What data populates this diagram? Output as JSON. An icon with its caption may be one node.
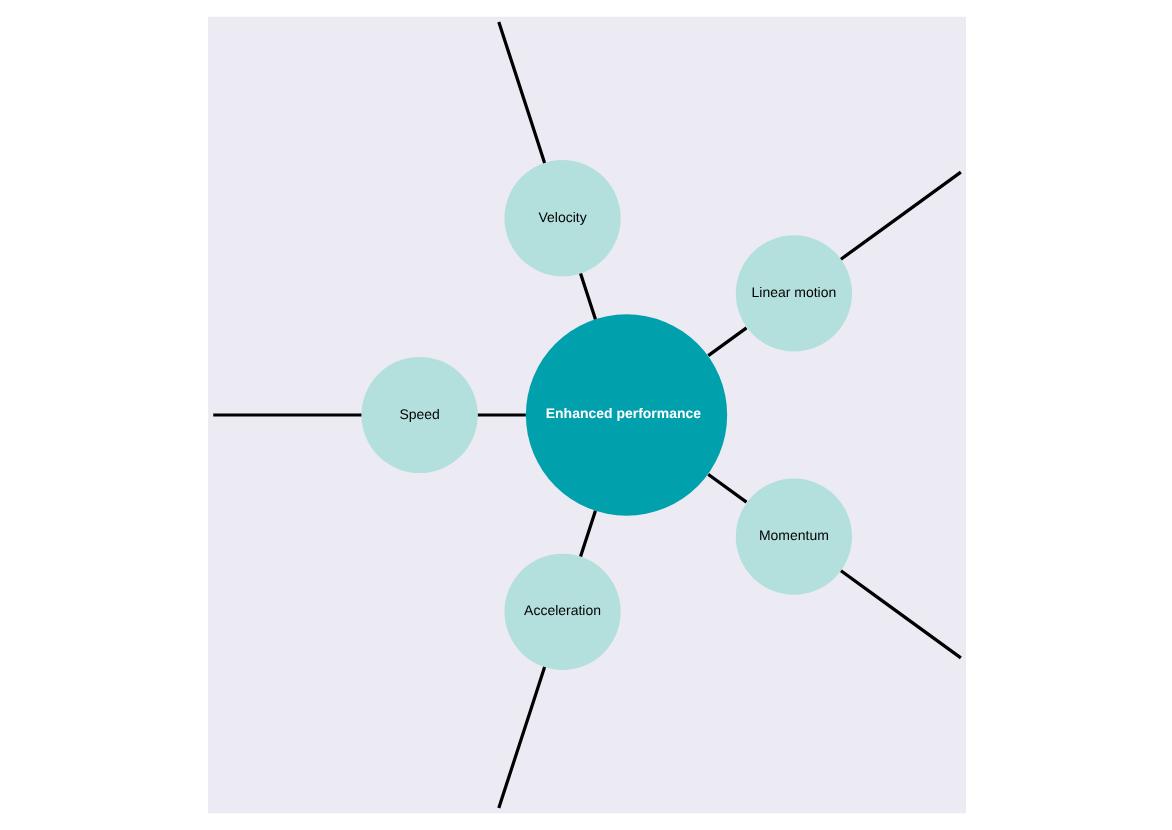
{
  "diagram": {
    "nodes": [
      {
        "text": [
          "Enhanced performance"
        ]
      },
      {
        "text": [
          "Linear motion"
        ]
      },
      {
        "text": [
          "Velocity"
        ]
      },
      {
        "text": [
          "Speed"
        ]
      },
      {
        "text": [
          "Acceleration"
        ]
      },
      {
        "text": [
          "Momentum"
        ]
      }
    ],
    "edges": [
      {
        "from": 0,
        "to": 1,
        "arrow": "none"
      },
      {
        "from": 0,
        "to": 2,
        "arrow": "none"
      },
      {
        "from": 0,
        "to": 3,
        "arrow": "none"
      },
      {
        "from": 0,
        "to": 4,
        "arrow": "none"
      },
      {
        "from": 0,
        "to": 5,
        "arrow": "none"
      },
      {
        "from": 1,
        "to": null,
        "arrow": "none"
      },
      {
        "from": 2,
        "to": null,
        "arrow": "none"
      },
      {
        "from": 3,
        "to": null,
        "arrow": "none"
      },
      {
        "from": 4,
        "to": null,
        "arrow": "none"
      },
      {
        "from": 5,
        "to": null,
        "arrow": "none"
      }
    ]
  }
}
